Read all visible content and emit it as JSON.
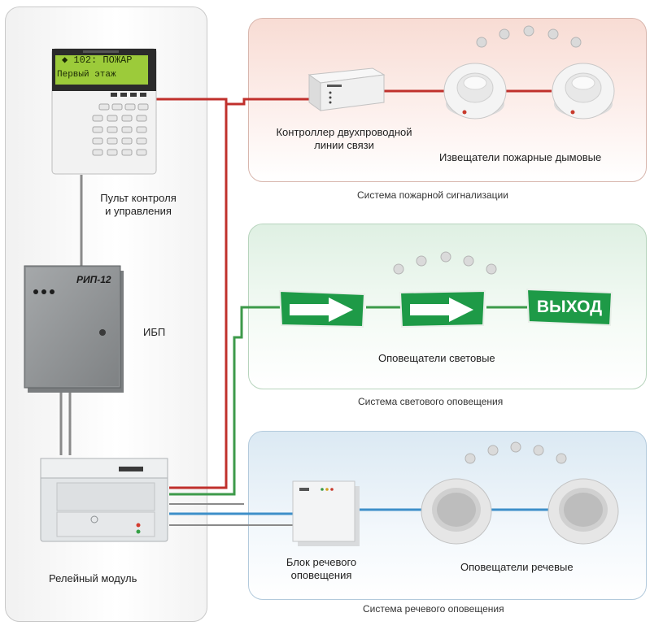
{
  "left": {
    "panel_label": "Пульт контроля\nи управления",
    "panel_line1": "Пульт контроля",
    "panel_line2": "и управления",
    "lcd_line1": "◆  102: ПОЖАР",
    "lcd_line2": "Первый  этаж",
    "ups_label": "ИБП",
    "ups_brand": "РИП-12",
    "relay_label": "Релейный модуль"
  },
  "fire": {
    "controller_line1": "Контроллер двухпроводной",
    "controller_line2": "линии связи",
    "detectors_label": "Извещатели пожарные дымовые",
    "system_label": "Система пожарной сигнализации"
  },
  "light": {
    "sign_text": "ВЫХОД",
    "devices_label": "Оповещатели световые",
    "system_label": "Система светового оповещения"
  },
  "voice": {
    "block_line1": "Блок речевого",
    "block_line2": "оповещения",
    "speakers_label": "Оповещатели речевые",
    "system_label": "Система речевого оповещения"
  },
  "colors": {
    "fire_wire": "#c0302c",
    "light_wire": "#3d9a4a",
    "voice_wire": "#3d8fc9",
    "grey_wire": "#8a8a8a",
    "sign_green": "#1e9a47"
  }
}
